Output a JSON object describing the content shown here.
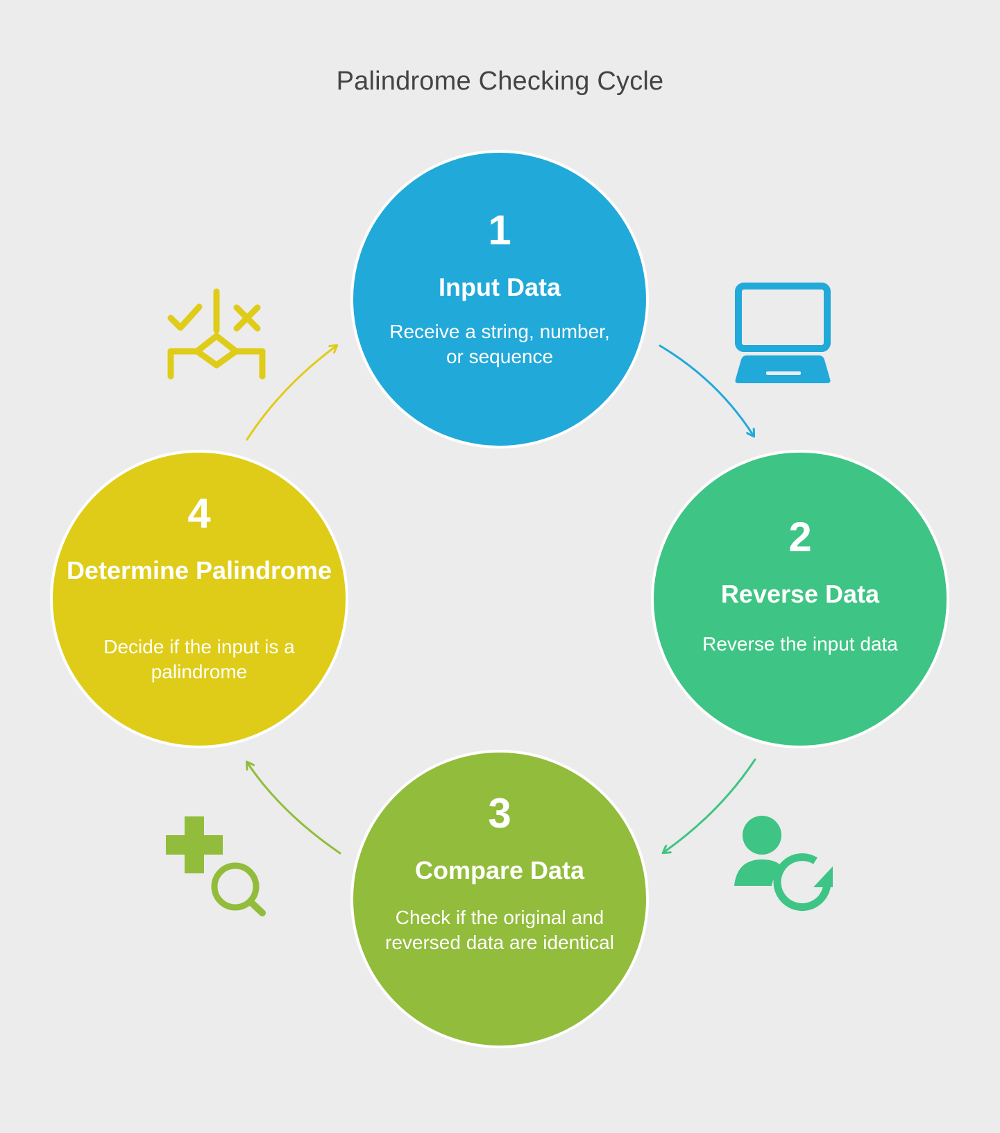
{
  "title": "Palindrome Checking Cycle",
  "steps": [
    {
      "number": "1",
      "heading": "Input Data",
      "description": "Receive a string, number, or sequence",
      "color": "#21a9d9",
      "icon": "laptop-icon"
    },
    {
      "number": "2",
      "heading": "Reverse Data",
      "description": "Reverse the input data",
      "color": "#3ec484",
      "icon": "user-refresh-icon"
    },
    {
      "number": "3",
      "heading": "Compare Data",
      "description": "Check if the original and reversed data are identical",
      "color": "#92bc3b",
      "icon": "add-search-icon"
    },
    {
      "number": "4",
      "heading": "Determine Palindrome",
      "description": "Decide if the input is a palindrome",
      "color": "#dfcc18",
      "icon": "decision-icon"
    }
  ]
}
